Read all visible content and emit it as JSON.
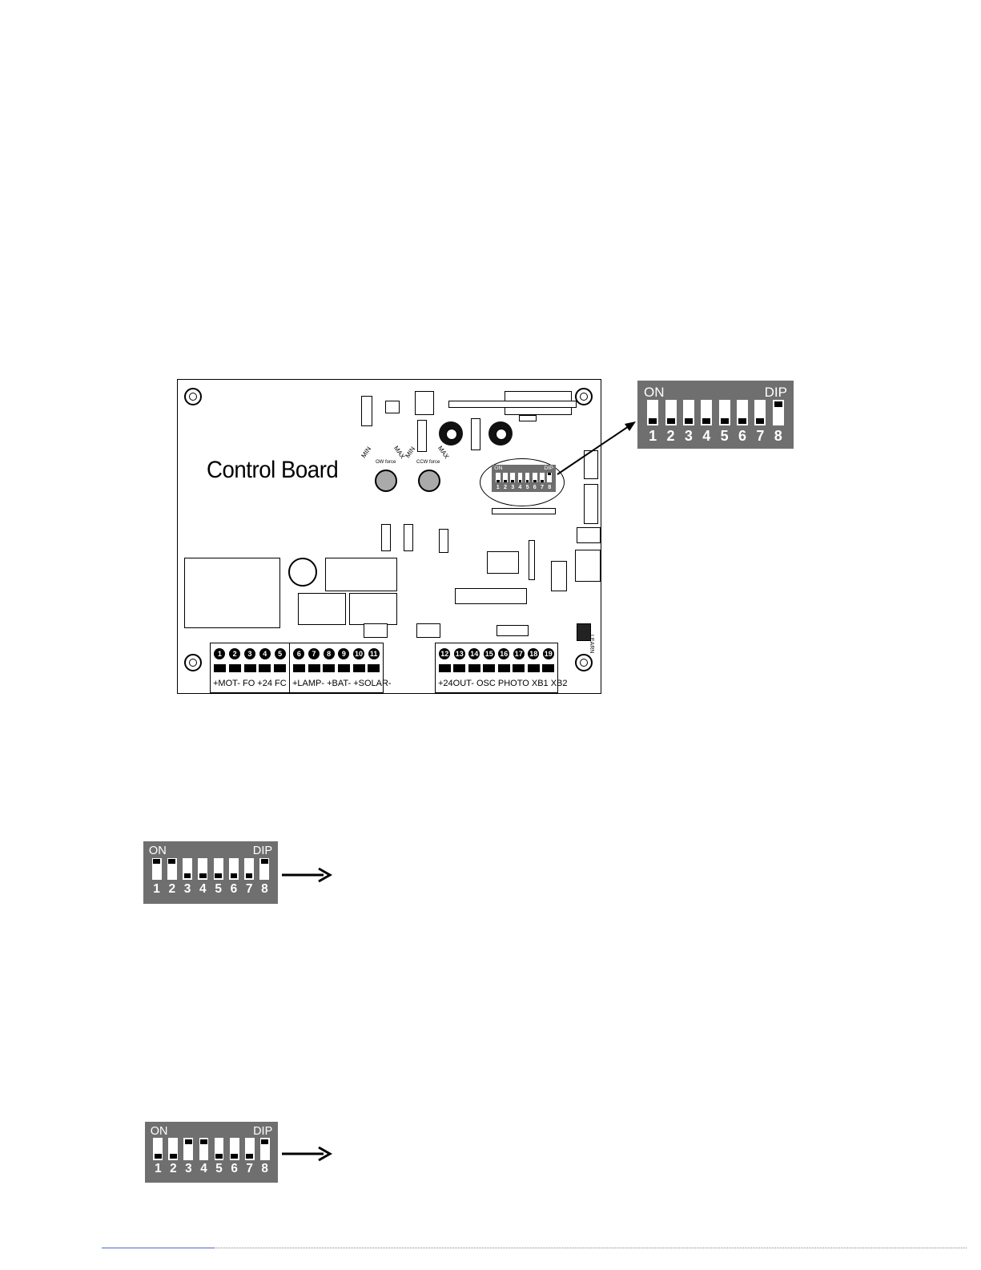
{
  "board": {
    "title": "Control Board",
    "pot_labels": [
      "MIN",
      "MAX",
      "MIN",
      "MAX"
    ],
    "pot_names": [
      "OW force",
      "CCW force"
    ],
    "learn_label": "LEARN",
    "terminal_groups": [
      {
        "numbers": [
          "1",
          "2",
          "3",
          "4",
          "5"
        ],
        "label": "+MOT-   FO  +24  FC"
      },
      {
        "numbers": [
          "6",
          "7",
          "8",
          "9",
          "10",
          "11"
        ],
        "label": "+LAMP-   +BAT-  +SOLAR-"
      },
      {
        "numbers": [
          "12",
          "13",
          "14",
          "15",
          "16",
          "17",
          "18",
          "19"
        ],
        "label": "+24OUT-    OSC    PHOTO  XB1 XB2"
      }
    ]
  },
  "dip_switches": [
    {
      "id": "onboard",
      "on_label": "ON",
      "dip_label": "DIP",
      "numbers": [
        "1",
        "2",
        "3",
        "4",
        "5",
        "6",
        "7",
        "8"
      ],
      "states": [
        false,
        false,
        false,
        false,
        false,
        false,
        false,
        true
      ]
    },
    {
      "id": "zoom",
      "on_label": "ON",
      "dip_label": "DIP",
      "numbers": [
        "1",
        "2",
        "3",
        "4",
        "5",
        "6",
        "7",
        "8"
      ],
      "states": [
        false,
        false,
        false,
        false,
        false,
        false,
        false,
        true
      ]
    },
    {
      "id": "setting_a",
      "on_label": "ON",
      "dip_label": "DIP",
      "numbers": [
        "1",
        "2",
        "3",
        "4",
        "5",
        "6",
        "7",
        "8"
      ],
      "states": [
        true,
        true,
        false,
        false,
        false,
        false,
        false,
        true
      ]
    },
    {
      "id": "setting_b",
      "on_label": "ON",
      "dip_label": "DIP",
      "numbers": [
        "1",
        "2",
        "3",
        "4",
        "5",
        "6",
        "7",
        "8"
      ],
      "states": [
        false,
        false,
        true,
        true,
        false,
        false,
        false,
        true
      ]
    }
  ],
  "colors": {
    "dip_body": "#6f6f6f",
    "footer_link": "#4a68c8"
  }
}
